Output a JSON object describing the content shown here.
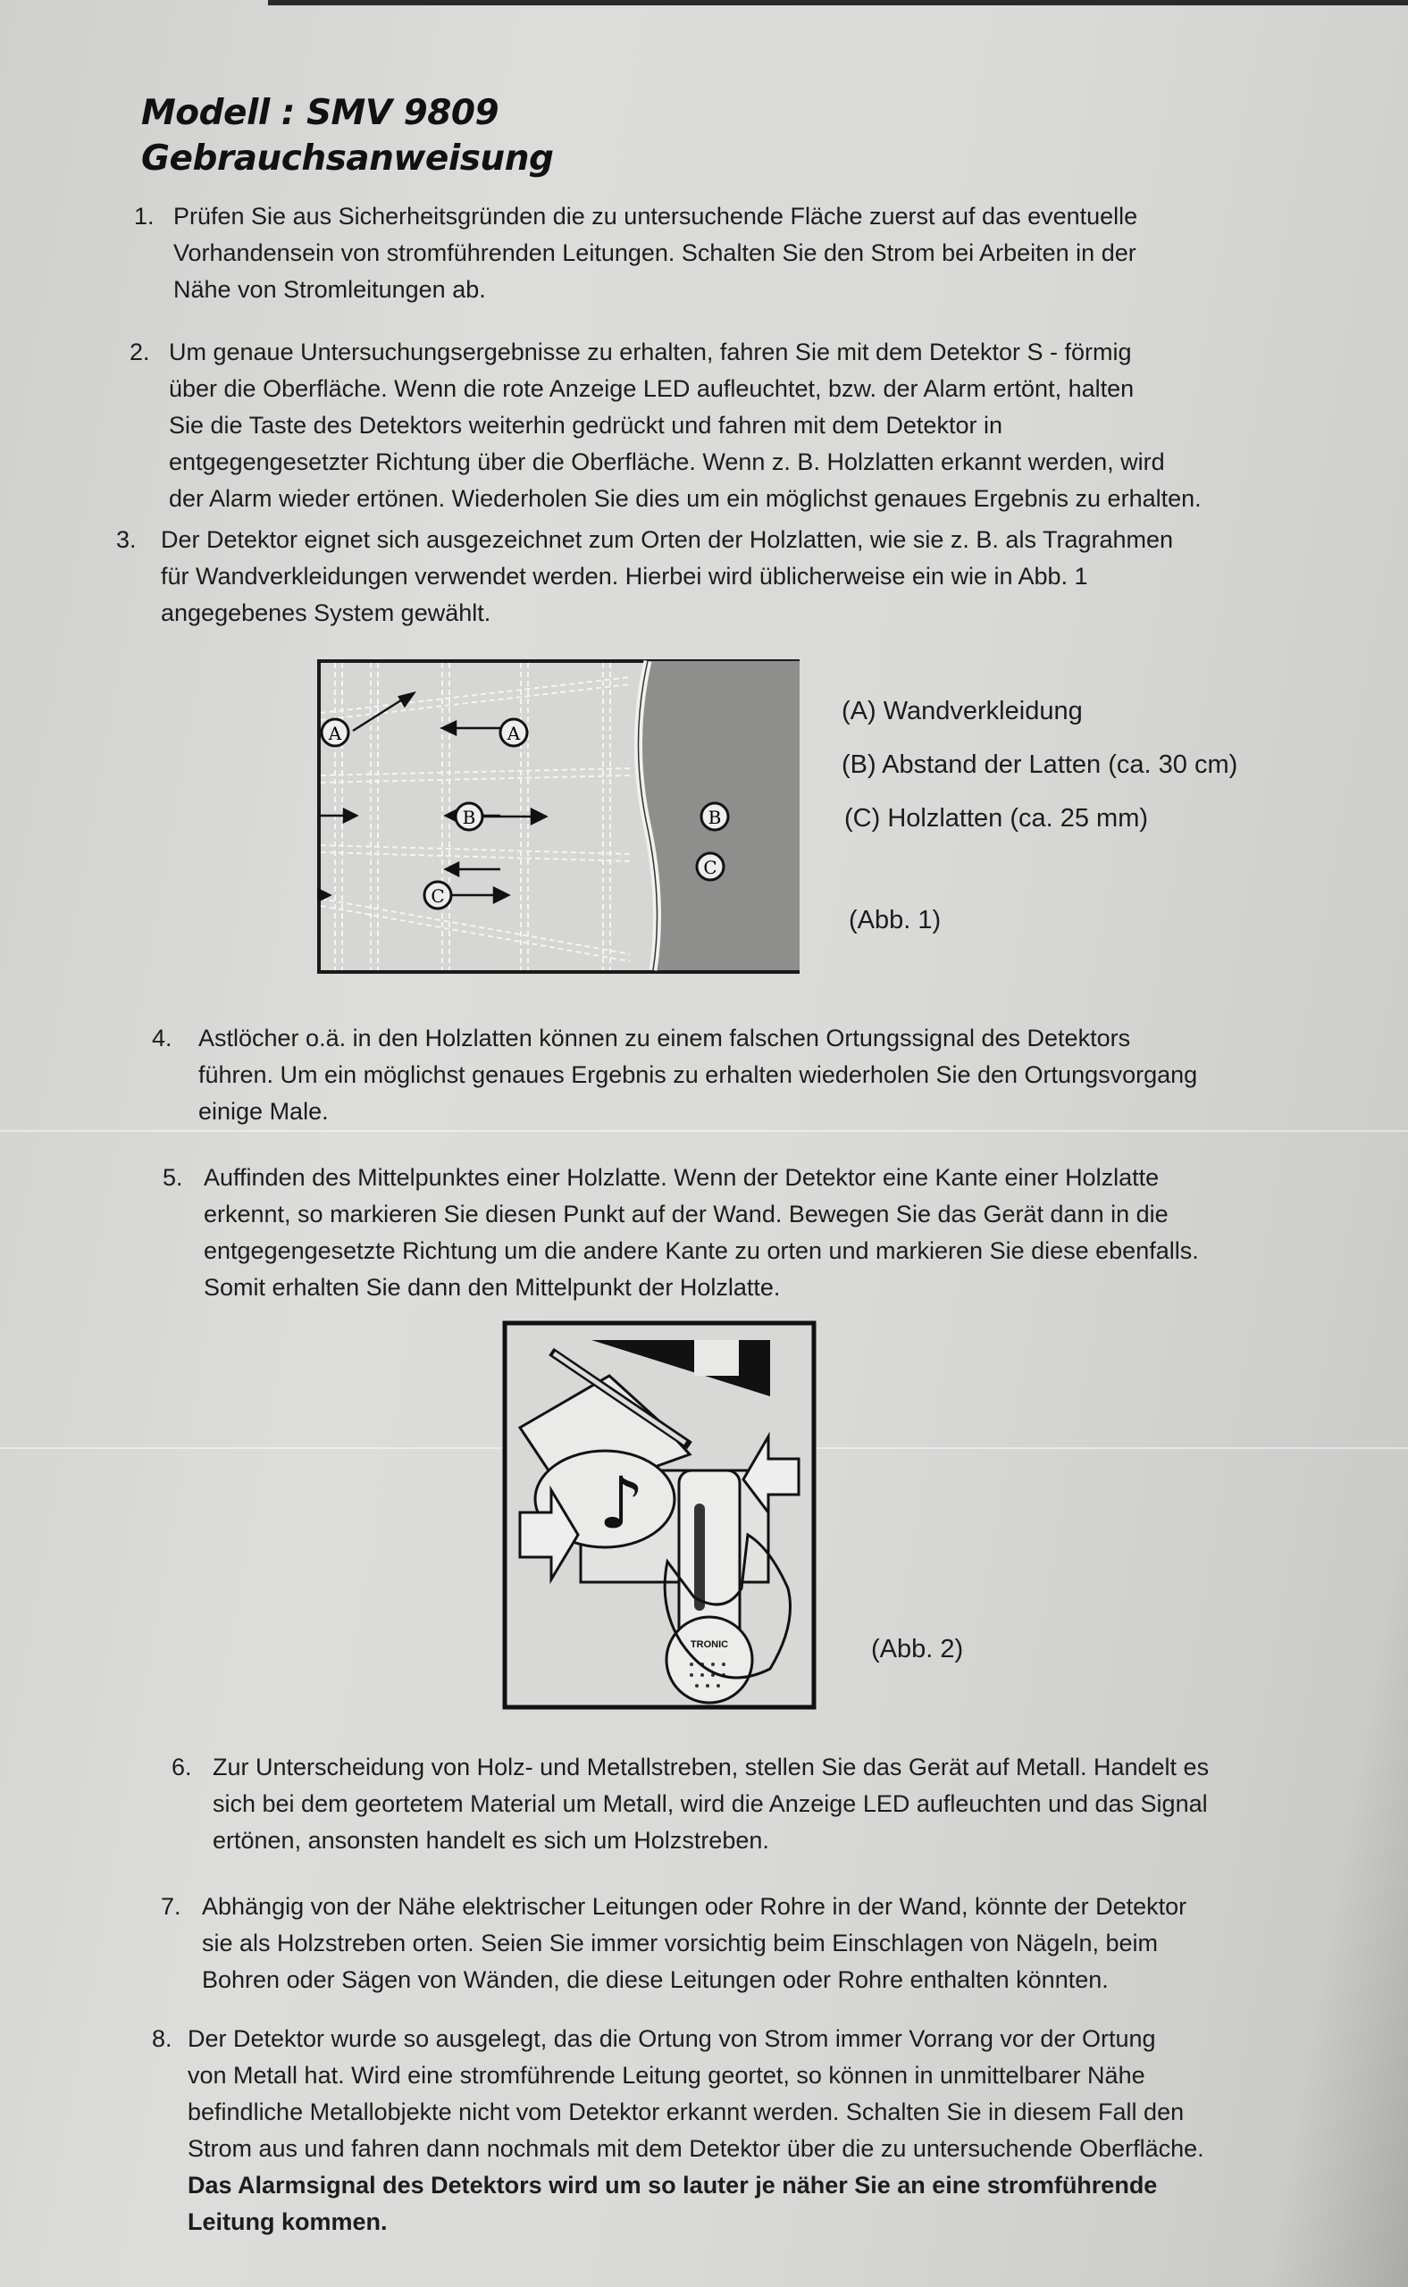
{
  "header": {
    "model": "Modell :  SMV 9809",
    "subtitle": "Gebrauchsanweisung"
  },
  "items": [
    {
      "num": "1.",
      "lines": [
        "Prüfen Sie aus Sicherheitsgründen die zu untersuchende Fläche zuerst auf das eventuelle",
        "Vorhandensein von stromführenden Leitungen. Schalten Sie den Strom bei Arbeiten in der",
        "Nähe von Stromleitungen ab."
      ]
    },
    {
      "num": "2.",
      "lines": [
        "Um genaue Untersuchungsergebnisse zu erhalten, fahren Sie mit dem Detektor S - förmig",
        "über die Oberfläche. Wenn die rote Anzeige LED aufleuchtet, bzw. der Alarm ertönt, halten",
        "Sie die Taste des Detektors weiterhin gedrückt und fahren mit dem Detektor in",
        "entgegengesetzter Richtung über die Oberfläche. Wenn z. B. Holzlatten erkannt werden, wird",
        "der Alarm wieder ertönen. Wiederholen Sie dies um ein möglichst genaues Ergebnis zu erhalten."
      ]
    },
    {
      "num": "3.",
      "lines": [
        "Der Detektor eignet sich ausgezeichnet zum Orten der Holzlatten, wie sie z. B. als Tragrahmen",
        "für Wandverkleidungen verwendet werden. Hierbei wird üblicherweise ein wie in Abb. 1",
        "angegebenes System gewählt."
      ]
    },
    {
      "num": "4.",
      "lines": [
        "Astlöcher o.ä. in den Holzlatten können zu einem falschen Ortungssignal des Detektors",
        "führen. Um ein möglichst genaues Ergebnis zu erhalten wiederholen Sie den Ortungsvorgang",
        "einige Male."
      ]
    },
    {
      "num": "5.",
      "lines": [
        "Auffinden des Mittelpunktes einer Holzlatte. Wenn der Detektor eine Kante einer Holzlatte",
        "erkennt, so markieren Sie diesen Punkt auf der Wand. Bewegen Sie das Gerät dann in die",
        "entgegengesetzte Richtung um die andere Kante zu orten und markieren Sie diese ebenfalls.",
        "Somit erhalten Sie dann den Mittelpunkt der Holzlatte."
      ]
    },
    {
      "num": "6.",
      "lines": [
        "Zur Unterscheidung von Holz- und Metallstreben, stellen Sie das Gerät auf Metall. Handelt es",
        "sich bei dem geortetem Material um Metall, wird die Anzeige LED aufleuchten und das Signal",
        "ertönen, ansonsten handelt es sich um Holzstreben."
      ]
    },
    {
      "num": "7.",
      "lines": [
        "Abhängig von der Nähe elektrischer Leitungen oder Rohre in der Wand, könnte der Detektor",
        "sie als Holzstreben orten. Seien Sie immer vorsichtig beim Einschlagen von Nägeln, beim",
        "Bohren oder Sägen von Wänden, die diese Leitungen oder Rohre enthalten könnten."
      ]
    },
    {
      "num": "8.",
      "lines": [
        "Der Detektor wurde so ausgelegt, das die Ortung von Strom immer Vorrang vor der Ortung",
        "von Metall hat. Wird eine stromführende Leitung geortet, so können in unmittelbarer Nähe",
        "befindliche Metallobjekte nicht vom Detektor erkannt werden. Schalten Sie in diesem Fall den",
        "Strom aus und fahren dann nochmals mit dem Detektor über die zu untersuchende Oberfläche."
      ],
      "bold_lines": [
        "Das Alarmsignal des Detektors wird um so lauter je näher Sie an eine stromführende",
        "Leitung kommen."
      ]
    }
  ],
  "figure1": {
    "markers": {
      "a": "A",
      "b": "B",
      "c": "C"
    },
    "legend": [
      "(A) Wandverkleidung",
      "(B) Abstand der Latten (ca. 30 cm)",
      "(C) Holzlatten (ca. 25 mm)"
    ],
    "caption": "(Abb. 1)"
  },
  "figure2": {
    "device_brand": "TRONIC",
    "note_symbol": "♪",
    "caption": "(Abb. 2)"
  }
}
